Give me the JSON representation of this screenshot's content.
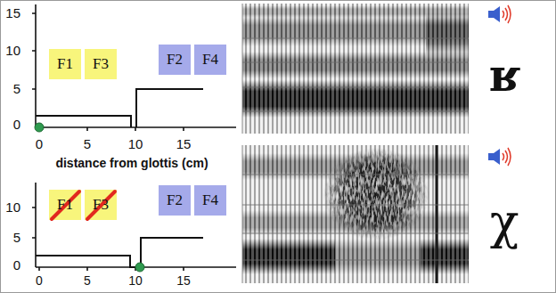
{
  "diagram": {
    "nodes": [
      {
        "text": [
          "F1"
        ]
      },
      {
        "text": [
          "F3"
        ]
      },
      {
        "text": [
          "F2"
        ]
      },
      {
        "text": [
          "F4"
        ]
      },
      {
        "text": [
          "F1"
        ]
      },
      {
        "text": [
          "F3"
        ]
      },
      {
        "text": [
          "F2"
        ]
      },
      {
        "text": [
          "F4"
        ]
      }
    ],
    "labels": [
      "15",
      "10",
      "5",
      "0",
      "0",
      "5",
      "10",
      "15",
      "distance from glottis (cm)",
      "ʁ",
      "10",
      "5",
      "0",
      "0",
      "5",
      "10",
      "15",
      "χ"
    ]
  }
}
